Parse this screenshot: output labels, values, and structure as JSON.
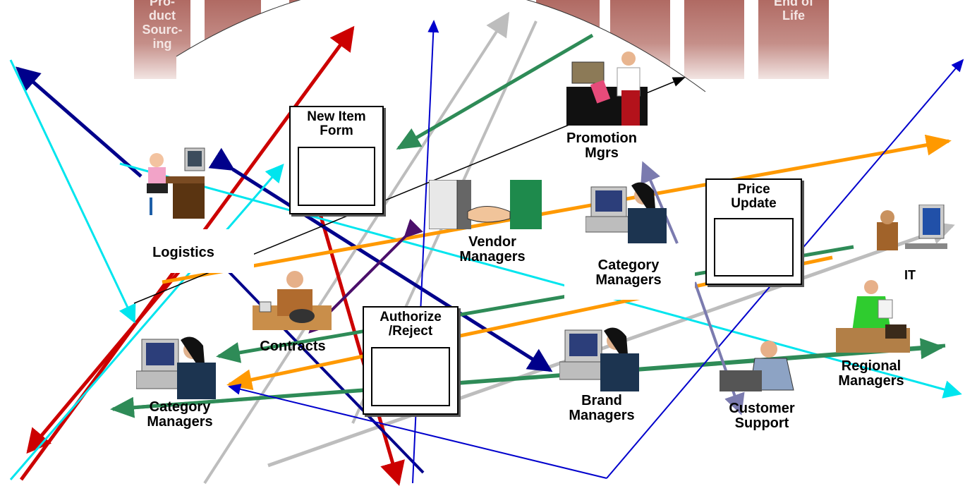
{
  "header_tabs": [
    {
      "label": "Pro-\nduct\nSourc-\ning"
    },
    {
      "label": ""
    },
    {
      "label": ""
    },
    {
      "label": ""
    },
    {
      "label": ""
    },
    {
      "label": ""
    },
    {
      "label": ""
    },
    {
      "label": "End of\nLife"
    }
  ],
  "forms": {
    "new_item": {
      "title": "New Item\nForm"
    },
    "price_update": {
      "title": "Price\nUpdate"
    },
    "authorize": {
      "title": "Authorize\n/Reject"
    }
  },
  "roles": {
    "logistics": "Logistics",
    "promotion": "Promotion\nMgrs",
    "vendor": "Vendor\nManagers",
    "category_top": "Category\nManagers",
    "it": "IT",
    "contracts": "Contracts",
    "category_left": "Category\nManagers",
    "brand": "Brand\nManagers",
    "customer_support": "Customer\nSupport",
    "regional": "Regional\nManagers"
  },
  "colors": {
    "red": "#cc0000",
    "navy": "#00008b",
    "cyan": "#00e5ee",
    "gray": "#bdbdbd",
    "green": "#2e8b57",
    "orange": "#ff9900",
    "purple": "#4b0f6b",
    "blue": "#0000cc",
    "lavender": "#7b7baf",
    "black": "#000000"
  }
}
